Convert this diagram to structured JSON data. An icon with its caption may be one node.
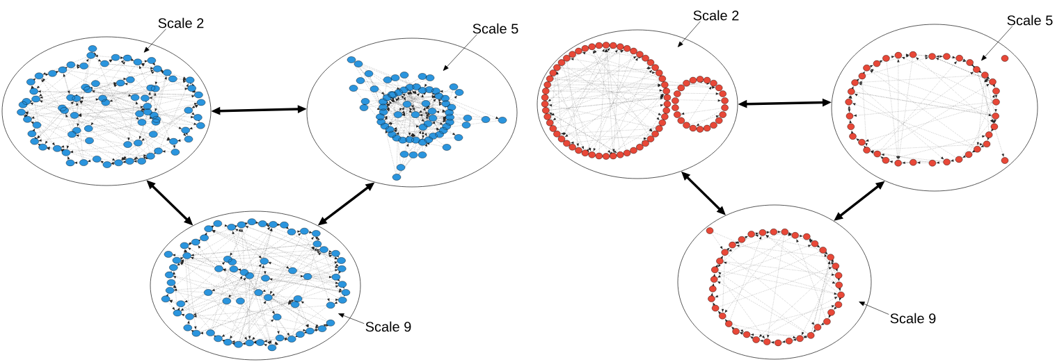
{
  "diagram": {
    "nodes": [
      {
        "text": [
          "Scale 2"
        ]
      },
      {
        "text": [],
        "shape": "picture"
      },
      {
        "text": [
          "Scale 5"
        ]
      },
      {
        "text": [],
        "shape": "picture"
      },
      {
        "text": [],
        "shape": "picture"
      },
      {
        "text": [
          "Scale 9"
        ]
      },
      {
        "text": [
          "Scale 2"
        ]
      },
      {
        "text": [],
        "shape": "picture"
      },
      {
        "text": [
          "Scale 5"
        ]
      },
      {
        "text": [],
        "shape": "picture"
      },
      {
        "text": [],
        "shape": "picture"
      },
      {
        "text": [
          "Scale 9"
        ]
      }
    ],
    "edges": [
      {
        "from": 1,
        "to": 3,
        "arrow": "both",
        "style": "thick"
      },
      {
        "from": 1,
        "to": 4,
        "arrow": "both",
        "style": "thick"
      },
      {
        "from": 3,
        "to": 4,
        "arrow": "both",
        "style": "thick"
      },
      {
        "from": 0,
        "to": 1,
        "arrow": "to"
      },
      {
        "from": 2,
        "to": 3,
        "arrow": "to"
      },
      {
        "from": 5,
        "to": 4,
        "arrow": "to"
      },
      {
        "from": 7,
        "to": 9,
        "arrow": "both",
        "style": "thick"
      },
      {
        "from": 7,
        "to": 10,
        "arrow": "both",
        "style": "thick"
      },
      {
        "from": 9,
        "to": 10,
        "arrow": "both",
        "style": "thick"
      },
      {
        "from": 6,
        "to": 7,
        "arrow": "to"
      },
      {
        "from": 8,
        "to": 9,
        "arrow": "to"
      },
      {
        "from": 11,
        "to": 10,
        "arrow": "to"
      }
    ]
  }
}
